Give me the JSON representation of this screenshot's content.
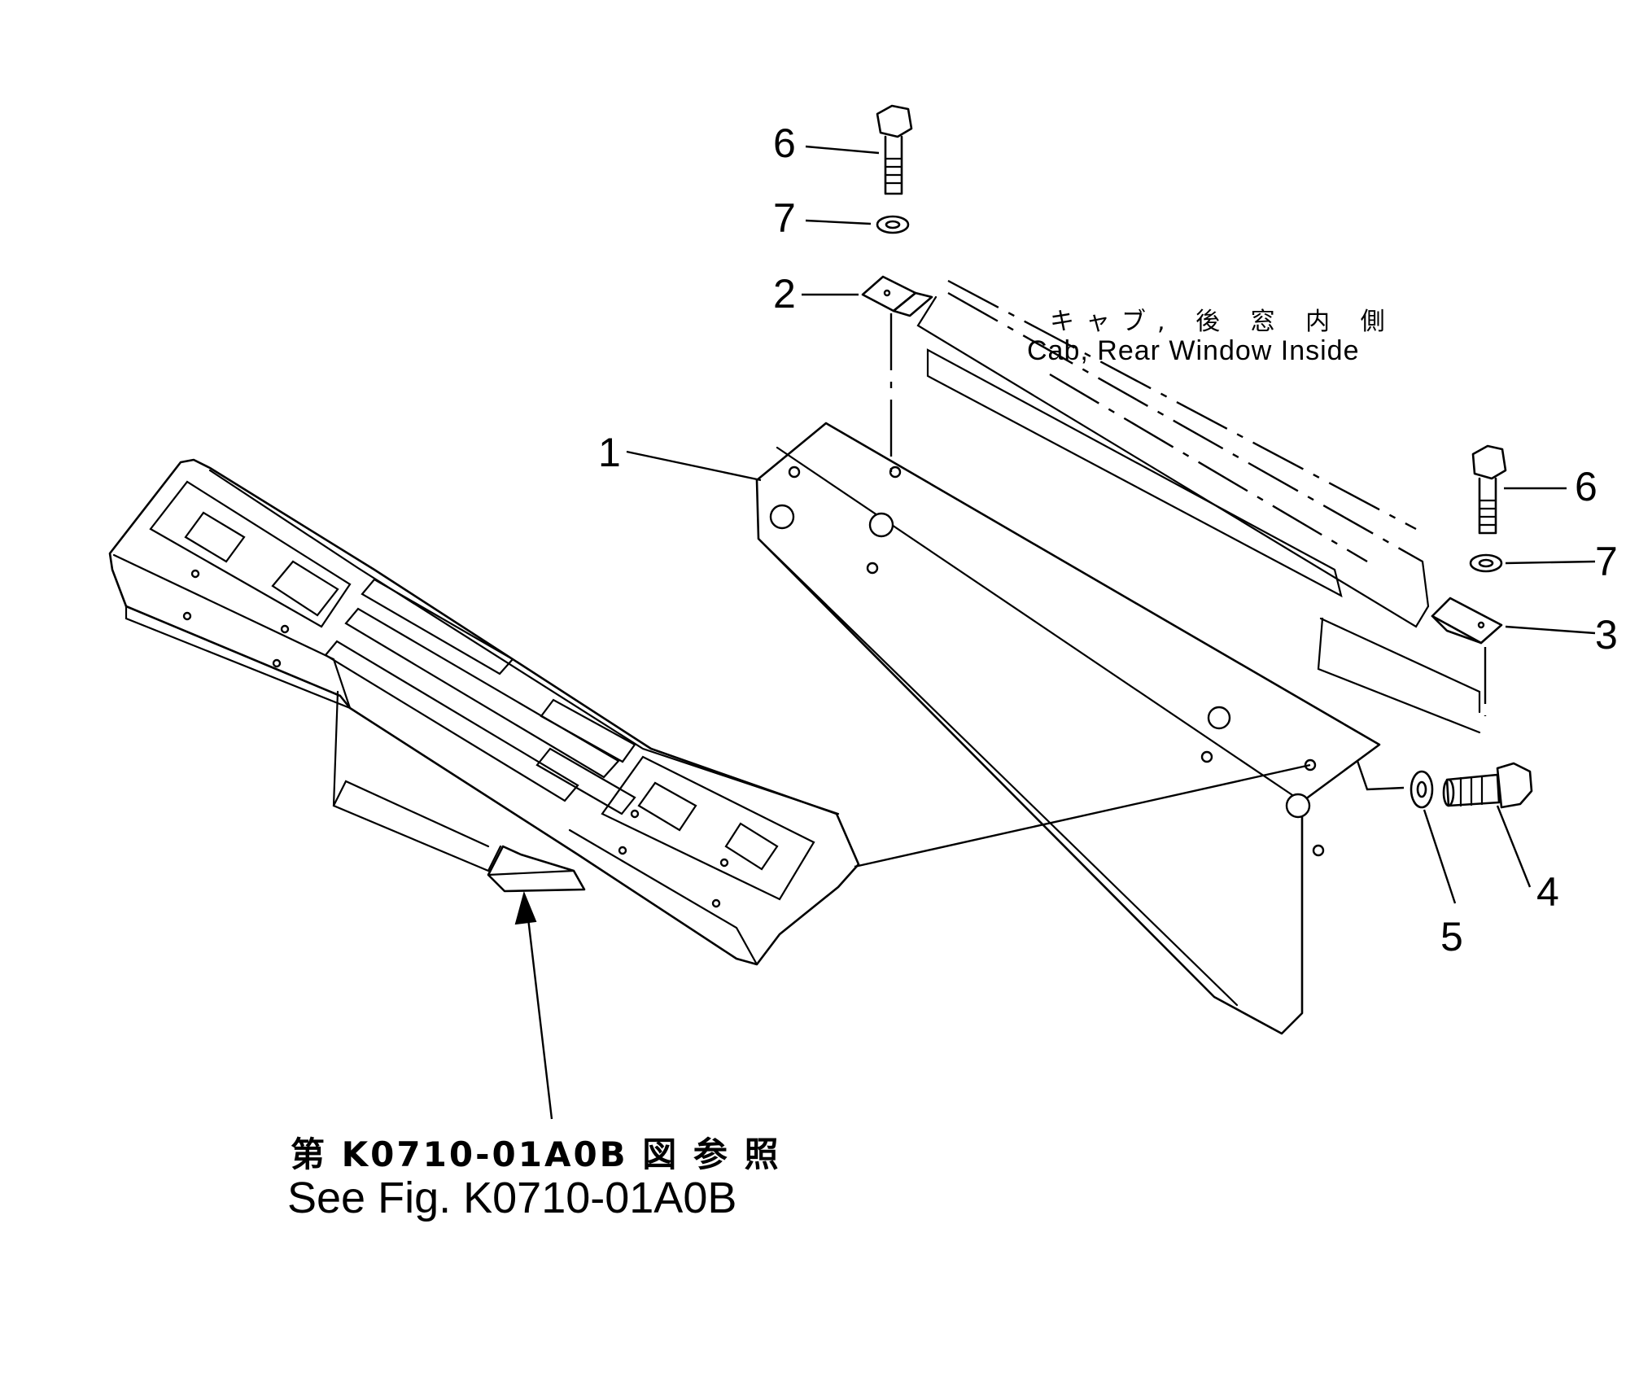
{
  "callouts": {
    "part_1": "1",
    "part_2": "2",
    "part_3": "3",
    "part_4": "4",
    "part_5": "5",
    "part_6_top": "6",
    "part_6_right": "6",
    "part_7_top": "7",
    "part_7_right": "7"
  },
  "notes": {
    "cab_rear_window_jp": "キャブ, 後 窓 内 側",
    "cab_rear_window_en": "Cab, Rear Window Inside",
    "see_fig_jp": "第 K0710-01A0B 図 参 照",
    "see_fig_en": "See Fig. K0710-01A0B"
  }
}
